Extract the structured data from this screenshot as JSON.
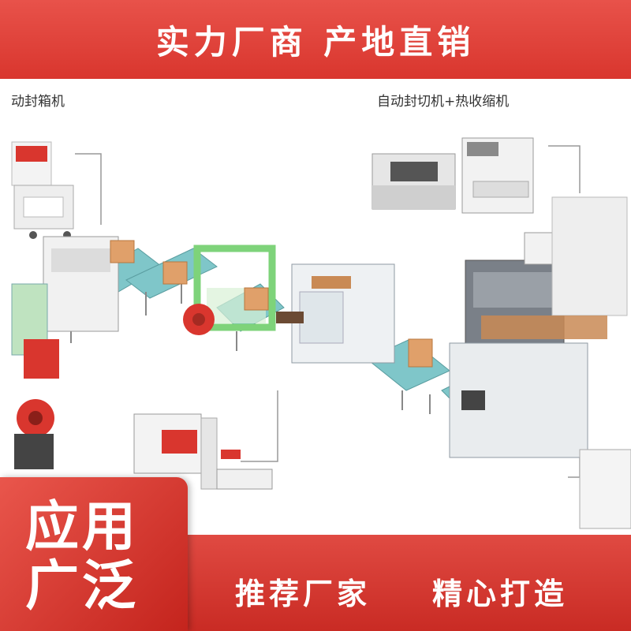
{
  "header": {
    "title": "实力厂商 产地直销"
  },
  "diagram": {
    "labels": {
      "case_sealer": "动封箱机",
      "shrink_wrapper": "自动封切机+热收缩机"
    }
  },
  "badge": {
    "line1": "应用",
    "line2": "广泛"
  },
  "footer": {
    "slogan_left": "推荐厂家",
    "slogan_right": "精心打造"
  },
  "colors": {
    "brand_red": "#d9362e",
    "roller": "#7fc6c9",
    "box": "#e0a06a",
    "strap_red": "#d9362e"
  }
}
